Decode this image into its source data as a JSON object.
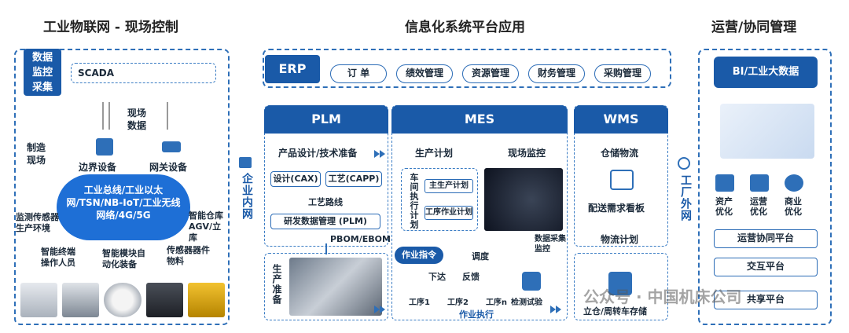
{
  "sections": {
    "left_title": "工业物联网 - 现场控制",
    "center_title": "信息化系统平台应用",
    "right_title": "运营/协同管理"
  },
  "left": {
    "data_box": "数据监控采集",
    "scada": "SCADA",
    "field_data": "现场数据",
    "manufacture_site": "制造现场",
    "edge_device": "边界设备",
    "gateway_device": "网关设备",
    "cloud_text": "工业总线/工业以太网/TSN/NB-IoT/工业无线网络/4G/5G",
    "sensor_env": "监测传感器生产环境",
    "smart_warehouse": "智能仓库AGV/立库",
    "terminal": "智能终端操作人员",
    "smart_module": "智能模块自动化装备",
    "sensor_parts": "传感器器件物料"
  },
  "center": {
    "erp": "ERP",
    "erp_items": [
      "订 单",
      "绩效管理",
      "资源管理",
      "财务管理",
      "采购管理"
    ],
    "plm": "PLM",
    "mes": "MES",
    "wms": "WMS",
    "enterprise_intranet": "企业内网",
    "plm_design": "产品设计/技术准备",
    "cax": "设计(CAX)",
    "capp": "工艺(CAPP)",
    "route": "工艺路线",
    "rd_data": "研发数据管理 (PLM)",
    "pbom": "PBOM/EBOM",
    "prod_prep": "生产准备",
    "prod_plan": "生产计划",
    "field_monitor": "现场监控",
    "workshop_plan": "车间执行计划",
    "master_plan": "主生产计划",
    "process_plan": "工序作业计划",
    "data_collect": "数据采集监控",
    "work_order": "作业指令",
    "dispatch": "调度",
    "issue": "下达",
    "feedback": "反馈",
    "steps": [
      "工序1",
      "工序2",
      "工序n"
    ],
    "inspection": "检测试验",
    "work_exec": "作业执行",
    "warehouse_flow": "仓储物流",
    "demand_board": "配送需求看板",
    "logistics_plan": "物流计划",
    "storage": "立仓/周转车存储"
  },
  "right": {
    "factory_extranet": "工厂外网",
    "bi": "BI/工业大数据",
    "optim": [
      "资产优化",
      "运营优化",
      "商业优化"
    ],
    "platforms": [
      "运营协同平台",
      "交互平台",
      "共享平台"
    ]
  },
  "watermark": "公众号 · 中国机床公司",
  "colors": {
    "primary": "#1a5aa8",
    "accent": "#2e6fb8",
    "cloud": "#1e6fd6"
  }
}
